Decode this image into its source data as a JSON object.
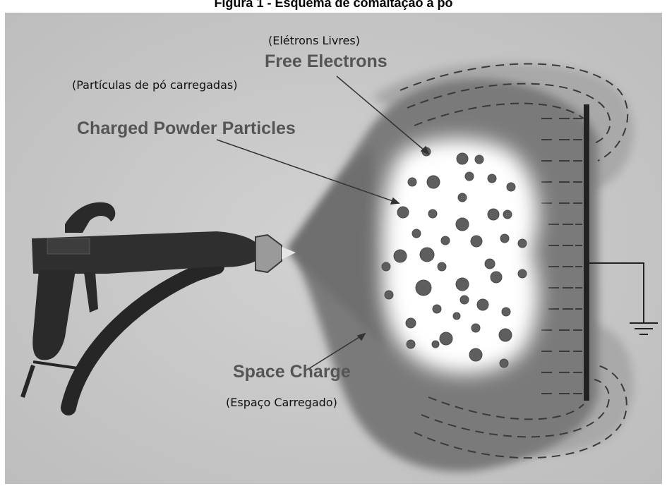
{
  "figure": {
    "title": "Figura 1 - Esquema de comaltação a pó"
  },
  "labels": {
    "free_electrons_pt": "(Elétrons Livres)",
    "free_electrons_en": "Free Electrons",
    "charged_particles_pt": "(Partículas de pó carregadas)",
    "charged_particles_en": "Charged Powder Particles",
    "space_charge_en": "Space Charge",
    "space_charge_pt": "(Espaço Carregado)"
  },
  "colors": {
    "background": "#c9c9c9",
    "cloud": "#737373",
    "particle_core": "#ffffff",
    "particles": "#5e5e5e",
    "gun": "#2e2e2e"
  },
  "icons": {
    "ground": "ground-symbol-icon"
  }
}
